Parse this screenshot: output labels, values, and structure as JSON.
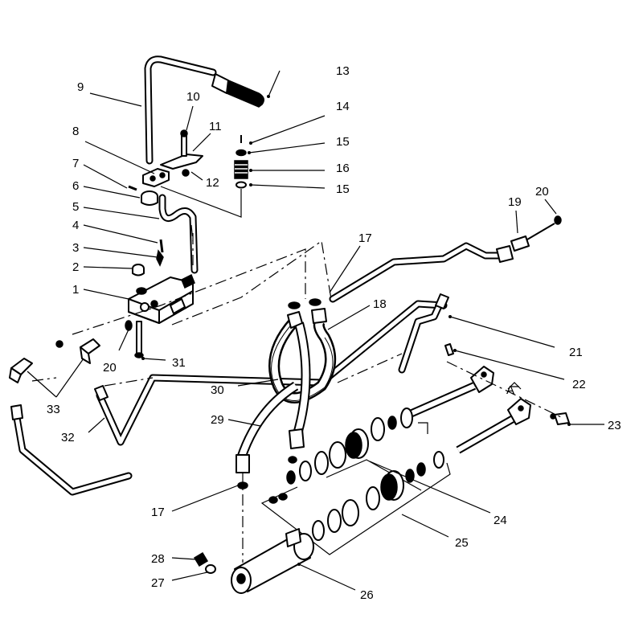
{
  "diagram": {
    "labels": [
      "1",
      "2",
      "3",
      "4",
      "5",
      "6",
      "7",
      "8",
      "9",
      "10",
      "11",
      "12",
      "13",
      "14",
      "15",
      "15",
      "16",
      "17",
      "17",
      "18",
      "19",
      "20",
      "20",
      "21",
      "22",
      "23",
      "24",
      "25",
      "26",
      "27",
      "28",
      "29",
      "30",
      "31",
      "32",
      "33"
    ],
    "detail_marker": "A"
  }
}
